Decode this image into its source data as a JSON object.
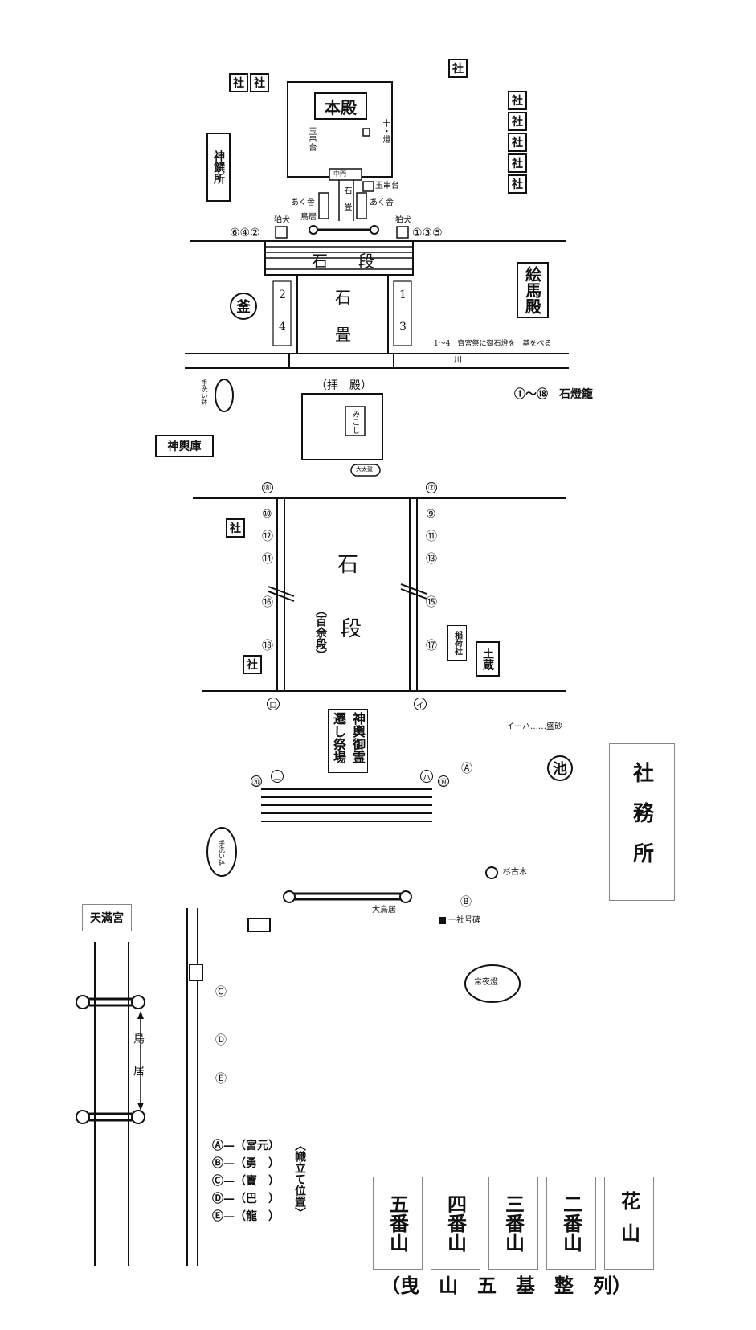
{
  "top": {
    "honden": "本殿",
    "tamagushi_left": "玉串台",
    "toro_right": "十・燈",
    "chumon": "中門",
    "tamagushi_small": "玉串台",
    "akusha_left": "あく舎",
    "akusha_right": "あく舎",
    "ishidatami_upper": "石畳",
    "torii_small": "鳥居",
    "komainu_left": "狛犬",
    "komainu_right": "狛犬",
    "marks_left": "⑥④②",
    "marks_right": "①③⑤",
    "sha_top_left": [
      "社",
      "社"
    ],
    "sha_top_right": "社",
    "sha_right_column": [
      "社",
      "社",
      "社",
      "社",
      "社"
    ],
    "shinsensho": "神饌所"
  },
  "stair1": {
    "label_a": "石",
    "label_b": "段",
    "ishidatami_a": "石",
    "ishidatami_b": "畳",
    "left_nums": [
      "2",
      "4"
    ],
    "right_nums": [
      "1",
      "3"
    ],
    "kama": "釜",
    "emaden": "絵馬殿",
    "note": "1～4　齊宮祭に御石燈を　基をべる",
    "river": "川",
    "lantern_legend": "①～⑱　石燈籠"
  },
  "haiden": {
    "title": "（拝　殿）",
    "inner": "みこし",
    "oval_label": "大太鼓",
    "temizu": "手洗い鉢",
    "shinyoko": "神輿庫"
  },
  "stair2": {
    "top_left_mark": "⑧",
    "top_right_mark": "⑦",
    "left_marks": [
      "⑩",
      "⑫",
      "⑭",
      "⑯",
      "⑱"
    ],
    "right_marks": [
      "⑨",
      "⑪",
      "⑬",
      "⑮",
      "⑰"
    ],
    "label_a": "石",
    "label_b": "段",
    "count": "（百余段）",
    "sha1": "社",
    "sha2": "社",
    "inari": "稲荷社",
    "dozo": "土蔵",
    "bottom_left_mark": "ロ",
    "bottom_right_mark": "イ"
  },
  "plaza": {
    "mikoshi_sign": "神輿御霊遷し祭場",
    "i_ha_note": "イ－ハ……盛砂",
    "mark_20": "⑳",
    "mark_ni": "ニ",
    "mark_ha": "ハ",
    "mark_19": "⑲",
    "mark_A": "Ⓐ",
    "pond": "池",
    "shamusho": "社務所",
    "temizu2": "手洗い鉢",
    "sugi": "杉古木",
    "otorii": "大鳥居",
    "mark_B": "Ⓑ",
    "shago": "一社号碑",
    "joyato": "常夜燈"
  },
  "lower": {
    "tenmangu": "天滿宮",
    "torii": "鳥居",
    "mark_C": "Ⓒ",
    "mark_D": "Ⓓ",
    "mark_E": "Ⓔ",
    "legend_items": [
      "Ⓐ—（宮元）",
      "Ⓑ—（勇　）",
      "Ⓒ—（寶　）",
      "Ⓓ—（巴　）",
      "Ⓔ—（龍　）"
    ],
    "legend_title": "〈幟立て位置〉",
    "yama": [
      "五番山",
      "四番山",
      "三番山",
      "二番山",
      "花山"
    ],
    "caption": "（曳　山　五　基　整　列）"
  }
}
